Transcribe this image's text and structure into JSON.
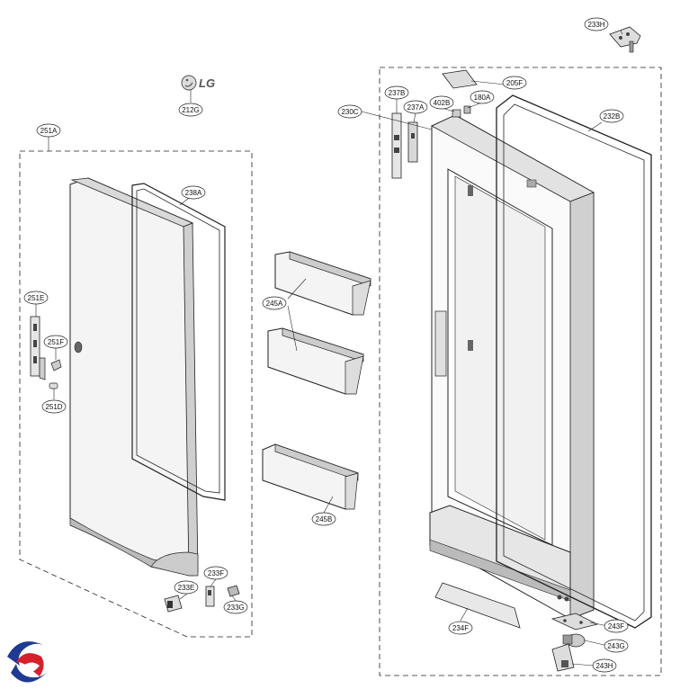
{
  "brand": {
    "logo_text": "LG",
    "colors": {
      "line": "#222222",
      "light": "#f2f2f2",
      "mid": "#bdbdbd",
      "dark": "#555555",
      "accent_blue": "#1f3a93",
      "accent_red": "#d6202a"
    }
  },
  "parts": {
    "p212G": "212G",
    "p251A": "251A",
    "p238A": "238A",
    "p251E": "251E",
    "p251F": "251F",
    "p251D": "251D",
    "p245A": "245A",
    "p245B": "245B",
    "p233E": "233E",
    "p233F": "233F",
    "p233G": "233G",
    "p233H": "233H",
    "p230C": "230C",
    "p237B": "237B",
    "p237A": "237A",
    "p402B": "402B",
    "p180A": "180A",
    "p205F": "205F",
    "p232B": "232B",
    "p234F": "234F",
    "p243F": "243F",
    "p243G": "243G",
    "p243H": "243H"
  }
}
